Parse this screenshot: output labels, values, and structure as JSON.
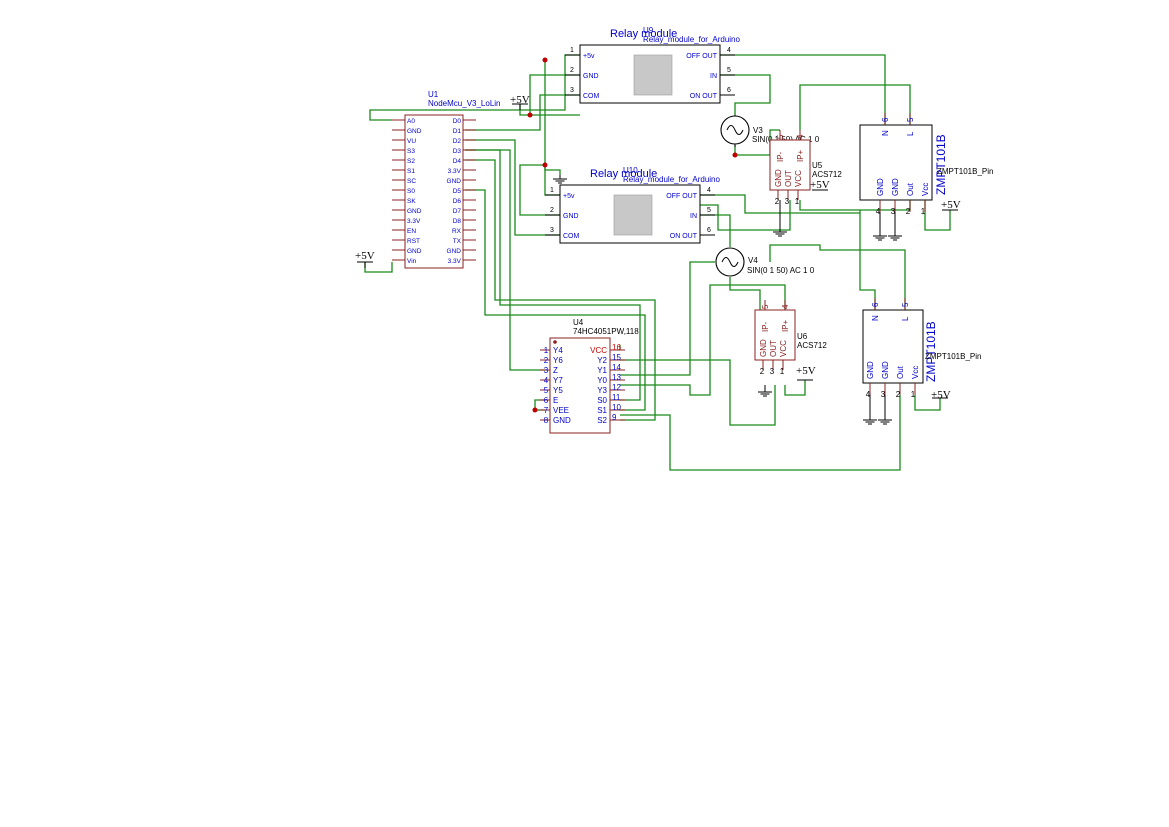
{
  "power": {
    "label": "+5V"
  },
  "nodemcu": {
    "ref": "U1",
    "name": "NodeMcu_V3_LoLin",
    "left_pins": [
      "A0",
      "GND",
      "VU",
      "S3",
      "S2",
      "S1",
      "SC",
      "S0",
      "SK",
      "GND",
      "3.3V",
      "EN",
      "RST",
      "GND",
      "Vin"
    ],
    "right_pins": [
      "D0",
      "D1",
      "D2",
      "D3",
      "D4",
      "3.3V",
      "GND",
      "D5",
      "D6",
      "D7",
      "D8",
      "RX",
      "TX",
      "GND",
      "3.3V"
    ]
  },
  "relay1": {
    "ref": "U9",
    "title": "Relay module",
    "name": "Relay_module_for_Arduino",
    "left_pins": [
      "+5v",
      "GND",
      "COM"
    ],
    "left_nums": [
      "1",
      "2",
      "3"
    ],
    "right_pins": [
      "OFF OUT",
      "IN",
      "ON OUT"
    ],
    "right_nums": [
      "4",
      "5",
      "6"
    ]
  },
  "relay2": {
    "ref": "U10",
    "title": "Relay module",
    "name": "Relay_module_for_Arduino",
    "left_pins": [
      "+5v",
      "GND",
      "COM"
    ],
    "left_nums": [
      "1",
      "2",
      "3"
    ],
    "right_pins": [
      "OFF OUT",
      "IN",
      "ON OUT"
    ],
    "right_nums": [
      "4",
      "5",
      "6"
    ]
  },
  "v3": {
    "ref": "V3",
    "value": "SIN(0 1 50) AC 1 0"
  },
  "v4": {
    "ref": "V4",
    "value": "SIN(0 1 50) AC 1 0"
  },
  "acs1": {
    "ref": "U5",
    "name": "ACS712",
    "top_pins": [
      "IP-",
      "IP+"
    ],
    "top_nums": [
      "5",
      "4"
    ],
    "bottom_pins": [
      "GND",
      "OUT",
      "VCC"
    ],
    "bottom_nums": [
      "2",
      "3",
      "1"
    ]
  },
  "acs2": {
    "ref": "U6",
    "name": "ACS712",
    "top_pins": [
      "IP-",
      "IP+"
    ],
    "top_nums": [
      "5",
      "4"
    ],
    "bottom_pins": [
      "GND",
      "OUT",
      "VCC"
    ],
    "bottom_nums": [
      "2",
      "3",
      "1"
    ]
  },
  "zmpt1": {
    "ref": "ZMPT101B",
    "name": "ZMPT101B_Pin",
    "top_pins": [
      "N",
      "L"
    ],
    "top_nums": [
      "6",
      "5"
    ],
    "bottom_pins": [
      "GND",
      "GND",
      "Out",
      "Vcc"
    ],
    "bottom_nums": [
      "4",
      "3",
      "2",
      "1"
    ]
  },
  "zmpt2": {
    "ref": "ZMPT101B",
    "name": "ZMPT101B_Pin",
    "top_pins": [
      "N",
      "L"
    ],
    "top_nums": [
      "6",
      "5"
    ],
    "bottom_pins": [
      "GND",
      "GND",
      "Out",
      "Vcc"
    ],
    "bottom_nums": [
      "4",
      "3",
      "2",
      "1"
    ]
  },
  "mux": {
    "ref": "U4",
    "name": "74HC4051PW,118",
    "left_pins": [
      "Y4",
      "Y6",
      "Z",
      "Y7",
      "Y5",
      "E",
      "VEE",
      "GND"
    ],
    "left_nums": [
      "1",
      "2",
      "3",
      "4",
      "5",
      "6",
      "7",
      "8"
    ],
    "right_pins": [
      "VCC",
      "Y2",
      "Y1",
      "Y0",
      "Y3",
      "S0",
      "S1",
      "S2"
    ],
    "right_nums": [
      "16",
      "15",
      "14",
      "13",
      "12",
      "11",
      "10",
      "9"
    ]
  }
}
